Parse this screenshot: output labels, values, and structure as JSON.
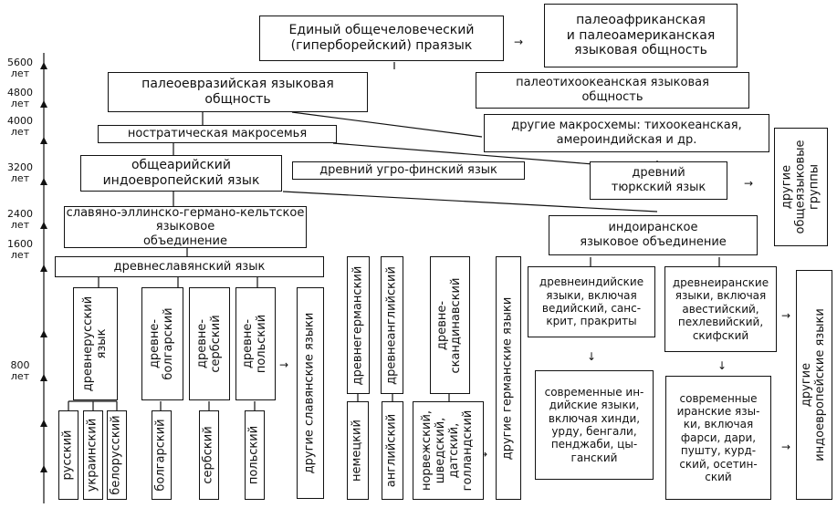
{
  "timeline": [
    "5600\nлет",
    "4800\nлет",
    "4000\nлет",
    "3200\nлет",
    "2400\nлет",
    "1600\nлет",
    "800\nлет"
  ],
  "nodes": {
    "proto": "Единый общечеловеческий\n(гиперборейский) праязык",
    "paleoafr": "палеоафриканская\nи палеоамериканская\nязыковая общность",
    "paleoeuras": "палеоевразийская языковая\nобщность",
    "paleopacif": "палеотихоокеанская языковая\nобщность",
    "nostratic": "ностратическая макросемья",
    "macroschemes": "другие макросхемы: тихоокеанская,\nамероиндийская и др.",
    "pie": "общеарийский\nиндоевропейский язык",
    "ugro": "древний угро-финский язык",
    "turkic": "древний\nтюркский язык",
    "other_groups": "другие\nобщеязыковые\nгруппы",
    "slav_hell": "славяно-эллинско-германо-кельтское языковое\nобъединение",
    "indoiran": "индоиранское\nязыковое объединение",
    "oldslav": "древнеславянский язык",
    "oldindic": "древнеиндийские\nязыки, включая\nведийский, санс-\nкрит, пракриты",
    "oldiranian": "древнеиранские\nязыки, включая\nавестийский,\nпехлевийский,\nскифский",
    "other_ie": "другие\nиндоевропейские языки",
    "modindic": "современные ин-\nдийские языки,\nвключая хинди,\nурду, бенгали,\nпенджаби, цы-\nганский",
    "modiranian": "современные\nиранские язы-\nки, включая\nфарси, дари,\nпушту, курд-\nский, осетин-\nский",
    "oldrus": "древнерусский\nязык",
    "oldbulg": "древне-\nболгарский",
    "oldserb": "древне-\nсербский",
    "oldpol": "древне-\nпольский",
    "other_slav": "другие славянские языки",
    "oldgerm": "древнегерманский",
    "oldeng": "древнеанглийский",
    "oldscand": "древне-\nскандинавский",
    "other_germ": "другие германские языки",
    "rus": "русский",
    "ukr": "украинский",
    "bel": "белорусский",
    "bulg": "болгарский",
    "serb": "сербский",
    "pol": "польский",
    "ger": "немецкий",
    "eng": "английский",
    "nordic": "норвежский,\nшведский,\nдатский,\nголландский"
  }
}
